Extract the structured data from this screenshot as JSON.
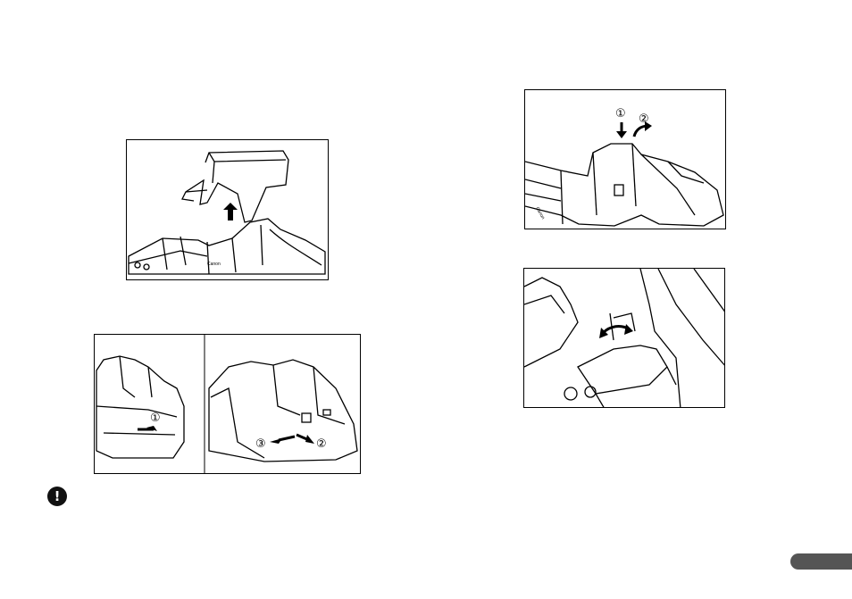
{
  "figures": {
    "cover_removal": {
      "arrow_label": ""
    },
    "side_release": {
      "step1": "①",
      "step2": "②",
      "step3": "③"
    },
    "press_lift": {
      "step1": "①",
      "step2": "②"
    },
    "flip_guide": {
      "arrow_label": ""
    }
  },
  "notice": {
    "icon": "exclamation-icon"
  },
  "colors": {
    "line": "#000000",
    "tab": "#555555"
  }
}
